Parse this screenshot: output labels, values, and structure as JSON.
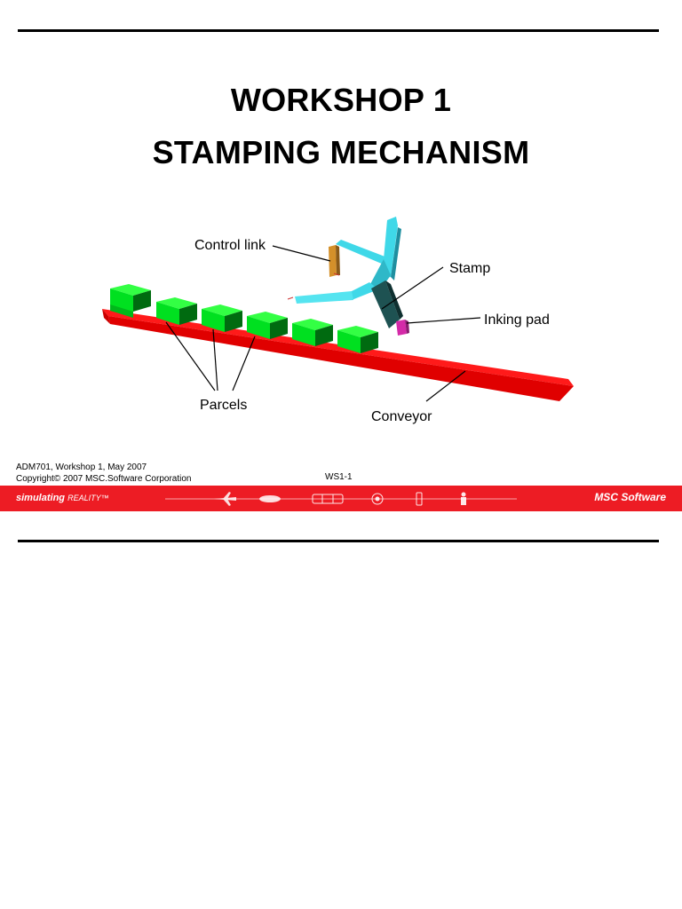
{
  "title": {
    "line1": "WORKSHOP 1",
    "line2": "STAMPING MECHANISM"
  },
  "figure": {
    "labels": {
      "control_link": "Control link",
      "stamp": "Stamp",
      "inking_pad": "Inking pad",
      "parcels": "Parcels",
      "conveyor": "Conveyor"
    },
    "colors": {
      "conveyor": "#ff0000",
      "parcel": "#00dd22",
      "stamp_arm": "#33ccdd",
      "control_link": "#cc8822",
      "stamp_head": "#1a4a4a",
      "inking_pad": "#cc2299"
    }
  },
  "footer": {
    "course_line": "ADM701, Workshop 1, May 2007",
    "copyright_line": "Copyright© 2007 MSC.Software Corporation",
    "slide_number": "WS1-1"
  },
  "brand_bar": {
    "tagline_bold": "simulating",
    "tagline_thin": "REALITY™",
    "logo_text": "MSC Software",
    "color": "#ed1c24"
  }
}
